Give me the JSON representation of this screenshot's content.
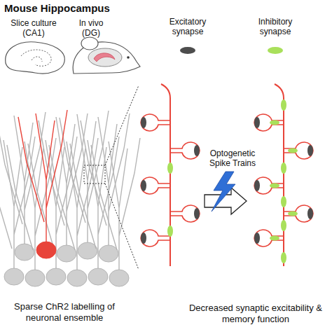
{
  "diagram": {
    "title": "Mouse Hippocampus",
    "labels": [
      "Slice culture (CA1)",
      "In vivo (DG)",
      "Optogenetic Spike Trains",
      "Sparse ChR2 labelling of neuronal ensemble",
      "Decreased synaptic excitability & memory function"
    ],
    "legend": [
      {
        "text": "Excitatory synapse",
        "color": "#4d4d4d"
      },
      {
        "text": "Inhibitory synapse",
        "color": "#a9e05b"
      }
    ]
  }
}
